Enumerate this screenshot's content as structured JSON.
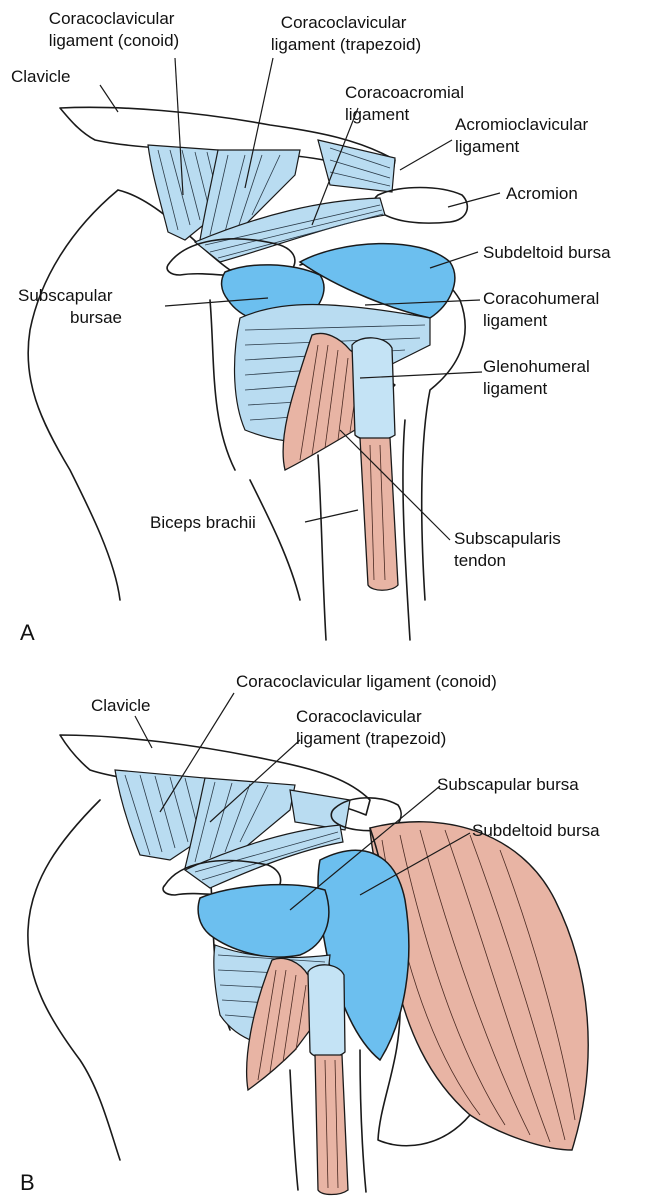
{
  "colors": {
    "ligament": "#b9dcf1",
    "bursa": "#6cbfef",
    "muscle": "#e8b4a4",
    "tendon": "#c4e3f5",
    "outline": "#1a1a1a"
  },
  "panels": [
    {
      "letter": "A",
      "labels": {
        "conoid": [
          "Coracoclavicular",
          "ligament (conoid)"
        ],
        "trapezoid": [
          "Coracoclavicular",
          "ligament (trapezoid)"
        ],
        "clavicle": [
          "Clavicle"
        ],
        "coracoacromial": [
          "Coracoacromial",
          "ligament"
        ],
        "acromioclavicular": [
          "Acromioclavicular",
          "ligament"
        ],
        "acromion": [
          "Acromion"
        ],
        "subdeltoid": [
          "Subdeltoid bursa"
        ],
        "subscapular": [
          "Subscapular",
          "bursae"
        ],
        "coracohumeral": [
          "Coracohumeral",
          "ligament"
        ],
        "glenohumeral": [
          "Glenohumeral",
          "ligament"
        ],
        "biceps": [
          "Biceps brachii"
        ],
        "subscapularis": [
          "Subscapularis",
          "tendon"
        ]
      }
    },
    {
      "letter": "B",
      "labels": {
        "conoid": [
          "Coracoclavicular ligament (conoid)"
        ],
        "clavicle": [
          "Clavicle"
        ],
        "trapezoid": [
          "Coracoclavicular",
          "ligament (trapezoid)"
        ],
        "subscapular": [
          "Subscapular bursa"
        ],
        "subdeltoid": [
          "Subdeltoid bursa"
        ]
      }
    }
  ]
}
